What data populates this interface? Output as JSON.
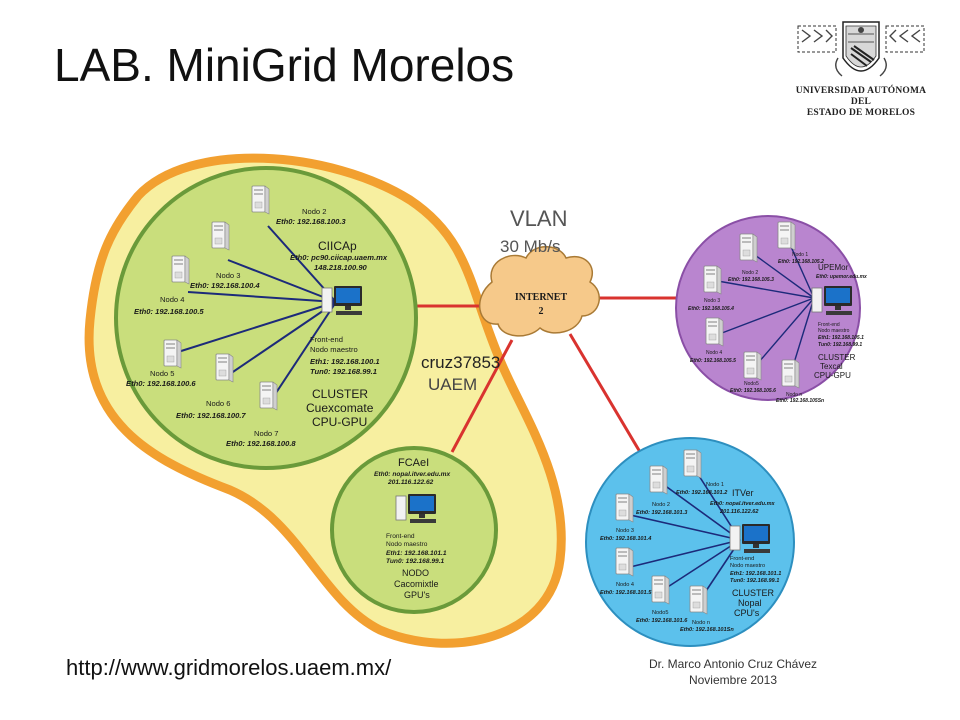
{
  "slide": {
    "title": "LAB. MiniGrid Morelos",
    "url": "http://www.gridmorelos.uaem.mx/",
    "author": "Dr. Marco Antonio Cruz Chávez",
    "date": "Noviembre 2013"
  },
  "logo": {
    "line1": "Universidad Autónoma del",
    "line2": "Estado de Morelos",
    "icon": "university-crest"
  },
  "colors": {
    "uaem_region": "#f7efa0",
    "uaem_border": "#f2a030",
    "cluster_green": "#c9de7c",
    "cluster_green_border": "#6a9a3a",
    "upemor_purple": "#b985cf",
    "itver_blue": "#5cc1ec",
    "links_red": "#d9332f",
    "lines_navy": "#1c2a7a"
  },
  "network": {
    "vlan": "VLAN",
    "speed": "30 Mb/s",
    "internet_line1": "INTERNET",
    "internet_line2": "2",
    "watermark": "cruz37853",
    "region_label": "UAEM"
  },
  "cuexcomate": {
    "site": "CIICAp",
    "eth0": "Eth0: pc90.ciicap.uaem.mx",
    "ip_public": "148.218.100.90",
    "frontend": "Front-end",
    "master": "Nodo maestro",
    "eth1": "Eth1: 192.168.100.1",
    "tun0": "Tun0: 192.168.99.1",
    "cluster": "CLUSTER",
    "name": "Cuexcomate",
    "type": "CPU-GPU",
    "nodes": [
      {
        "name": "Nodo 2",
        "ip": "Eth0: 192.168.100.3"
      },
      {
        "name": "Nodo 3",
        "ip": "Eth0: 192.168.100.4"
      },
      {
        "name": "Nodo 4",
        "ip": "Eth0: 192.168.100.5"
      },
      {
        "name": "Nodo 5",
        "ip": "Eth0: 192.168.100.6"
      },
      {
        "name": "Nodo 6",
        "ip": "Eth0: 192.168.100.7"
      },
      {
        "name": "Nodo 7",
        "ip": "Eth0: 192.168.100.8"
      }
    ]
  },
  "fcaei": {
    "site": "FCAeI",
    "eth0": "Eth0: nopal.itver.edu.mx",
    "ip_public": "201.116.122.62",
    "frontend": "Front-end",
    "master": "Nodo maestro",
    "eth1": "Eth1: 192.168.101.1",
    "tun0": "Tun0: 192.168.99.1",
    "cluster": "NODO",
    "name": "Cacomixtle",
    "type": "GPU's"
  },
  "upemor": {
    "site": "UPEMor",
    "eth0": "Eth0: upemor.edu.mx",
    "frontend": "Front-end",
    "master": "Nodo maestro",
    "eth1": "Eth1: 192.168.105.1",
    "tun0": "Tun0: 192.168.99.1",
    "cluster": "CLUSTER",
    "name": "Texcal",
    "type": "CPU-GPU",
    "nodes": [
      {
        "name": "Nodo 1",
        "ip": "Eth0: 192.168.105.2"
      },
      {
        "name": "Nodo 2",
        "ip": "Eth0: 192.168.105.3"
      },
      {
        "name": "Nodo 3",
        "ip": "Eth0: 192.168.105.4"
      },
      {
        "name": "Nodo 4",
        "ip": "Eth0: 192.168.105.5"
      },
      {
        "name": "Nodo5",
        "ip": "Eth0: 192.168.105.6"
      },
      {
        "name": "Nodo n",
        "ip": "Eth0: 192.168.105Sn"
      }
    ]
  },
  "itver": {
    "site": "ITVer",
    "eth0": "Eth0: nopal.itver.edu.mx",
    "ip_public": "201.116.122.62",
    "frontend": "Front-end",
    "master": "Nodo maestro",
    "eth1": "Eth1: 192.168.101.1",
    "tun0": "Tun0: 192.168.99.1",
    "cluster": "CLUSTER",
    "name": "Nopal",
    "type": "CPU's",
    "nodes": [
      {
        "name": "Nodo 1",
        "ip": "Eth0: 192.168.101.2"
      },
      {
        "name": "Nodo 2",
        "ip": "Eth0: 192.168.101.3"
      },
      {
        "name": "Nodo 3",
        "ip": "Eth0: 192.168.101.4"
      },
      {
        "name": "Nodo 4",
        "ip": "Eth0: 192.168.101.5"
      },
      {
        "name": "Nodo5",
        "ip": "Eth0: 192.168.101.6"
      },
      {
        "name": "Nodo n",
        "ip": "Eth0: 192.168.101Sn"
      }
    ]
  }
}
